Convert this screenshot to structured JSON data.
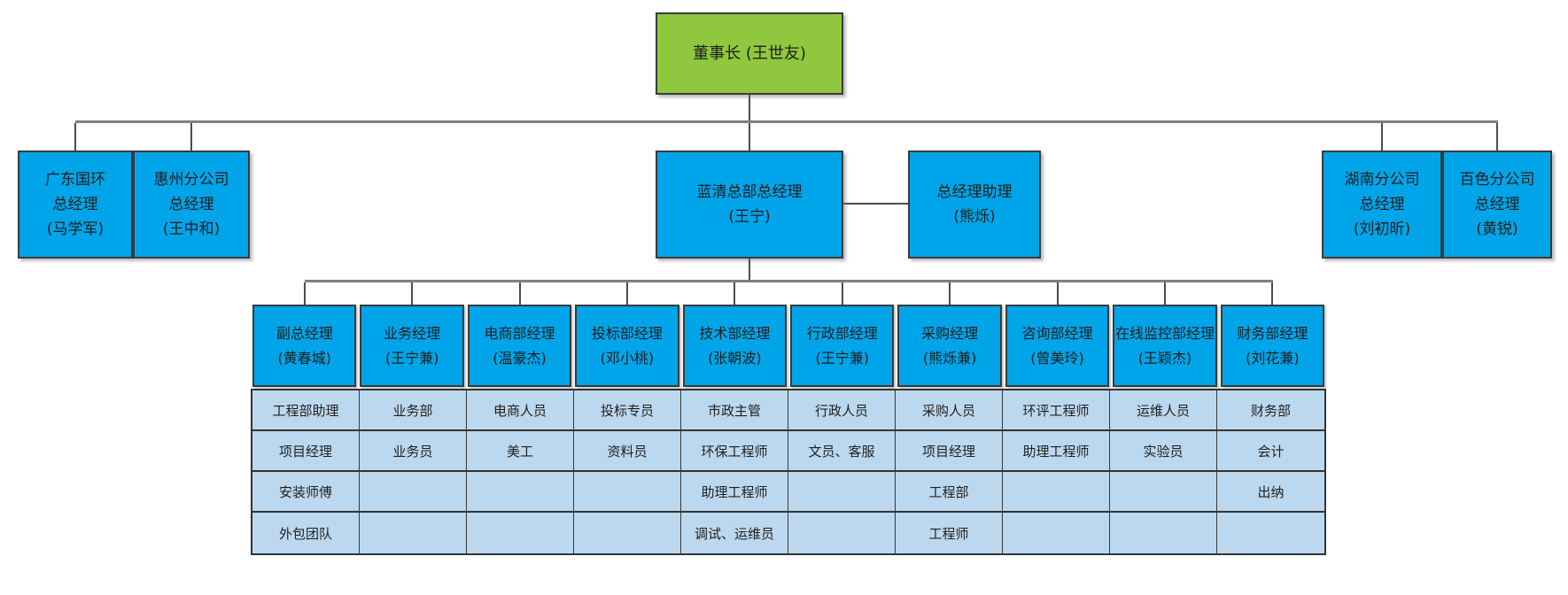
{
  "org": {
    "root": {
      "label": "董事长 (王世友)"
    },
    "level2": [
      {
        "label": "广东国环\n总经理\n(马学军)"
      },
      {
        "label": "惠州分公司\n总经理\n(王中和)"
      },
      {
        "label": "蓝清总部总经理\n(王宁)"
      },
      {
        "label": "总经理助理\n(熊烁)"
      },
      {
        "label": "湖南分公司\n总经理\n(刘初昕)"
      },
      {
        "label": "百色分公司\n总经理\n(黄锐)"
      }
    ],
    "managers": [
      {
        "label": "副总经理\n(黄春城)"
      },
      {
        "label": "业务经理\n(王宁兼)"
      },
      {
        "label": "电商部经理\n(温豪杰)"
      },
      {
        "label": "投标部经理\n(邓小桃)"
      },
      {
        "label": "技术部经理\n(张朝波)"
      },
      {
        "label": "行政部经理\n(王宁兼)"
      },
      {
        "label": "采购经理\n(熊烁兼)"
      },
      {
        "label": "咨询部经理\n(曾美玲)"
      },
      {
        "label": "在线监控部经理\n(王颖杰)"
      },
      {
        "label": "财务部经理\n(刘花兼)"
      }
    ],
    "grid": {
      "rows": [
        [
          "工程部助理",
          "业务部",
          "电商人员",
          "投标专员",
          "市政主管",
          "行政人员",
          "采购人员",
          "环评工程师",
          "运维人员",
          "财务部"
        ],
        [
          "项目经理",
          "业务员",
          "美工",
          "资料员",
          "环保工程师",
          "文员、客服",
          "项目经理",
          "助理工程师",
          "实验员",
          "会计"
        ],
        [
          "安装师傅",
          "",
          "",
          "",
          "助理工程师",
          "",
          "工程部",
          "",
          "",
          "出纳"
        ],
        [
          "外包团队",
          "",
          "",
          "",
          "调试、运维员",
          "",
          "工程师",
          "",
          "",
          ""
        ]
      ]
    },
    "colors": {
      "root_green": "#8fc73f",
      "box_blue": "#00a4e8",
      "cell_light_blue": "#bcd8ee",
      "border_dark": "#3a3a3a",
      "connector_gray": "#808080"
    }
  }
}
